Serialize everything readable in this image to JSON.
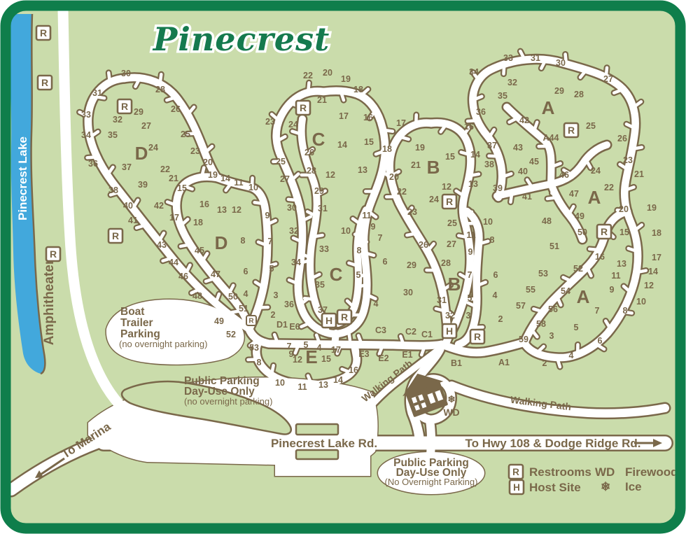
{
  "title": "Pinecrest",
  "colors": {
    "border_green": "#0f7e4b",
    "background_green": "#cadcab",
    "road_brown": "#7a684a",
    "lake_blue": "#42a8dc",
    "title_green": "#157a4e",
    "road_white": "#ffffff"
  },
  "lake": {
    "label": "Pinecrest Lake"
  },
  "amphitheater": {
    "label": "Amphitheater"
  },
  "parking": {
    "boat": {
      "line1": "Boat",
      "line2": "Trailer",
      "line3": "Parking",
      "note": "(no overnight parking)"
    },
    "west": {
      "line1": "Public Parking",
      "line2": "Day-Use Only",
      "note": "(no overnight parking)"
    },
    "south": {
      "line1": "Public Parking",
      "line2": "Day-Use Only",
      "note": "(No Overnight Parking)"
    }
  },
  "roads": {
    "pinecrest_lake_rd": "Pinecrest Lake Rd.",
    "to_hwy": "To Hwy 108 & Dodge Ridge Rd.",
    "to_marina": "To Marina",
    "walking_path_south": "Walking Path",
    "walking_path_east": "Walking Path"
  },
  "facilities": {
    "firewood_abbr": "WD",
    "ice_symbol": "❄"
  },
  "legend": {
    "restrooms": {
      "symbol": "R",
      "label": "Restrooms"
    },
    "host": {
      "symbol": "H",
      "label": "Host Site"
    },
    "firewood": {
      "symbol": "WD",
      "label": "Firewood"
    },
    "ice": {
      "symbol": "❄",
      "label": "Ice"
    }
  },
  "loop_letters": [
    [
      "D",
      202,
      219
    ],
    [
      "D",
      316,
      347
    ],
    [
      "C",
      455,
      199
    ],
    [
      "C",
      480,
      392
    ],
    [
      "B",
      619,
      239
    ],
    [
      "B",
      649,
      406
    ],
    [
      "E",
      445,
      510
    ],
    [
      "A",
      783,
      154
    ],
    [
      "A",
      849,
      282
    ],
    [
      "A",
      833,
      424
    ]
  ],
  "junction_labels": [
    [
      "D1",
      403,
      464
    ],
    [
      "E6",
      421,
      467
    ],
    [
      "C3",
      544,
      472
    ],
    [
      "C2",
      587,
      474
    ],
    [
      "C1",
      610,
      478
    ],
    [
      "E3",
      520,
      506
    ],
    [
      "E2",
      548,
      512
    ],
    [
      "E1",
      582,
      507
    ],
    [
      "B1",
      652,
      519
    ],
    [
      "A1",
      720,
      518
    ],
    [
      "A44",
      787,
      197
    ]
  ],
  "sites": {
    "D": [
      [
        "30",
        180,
        105
      ],
      [
        "31",
        139,
        133
      ],
      [
        "28",
        229,
        128
      ],
      [
        "29",
        198,
        160
      ],
      [
        "26",
        251,
        156
      ],
      [
        "33",
        123,
        164
      ],
      [
        "32",
        168,
        171
      ],
      [
        "27",
        209,
        180
      ],
      [
        "34",
        123,
        193
      ],
      [
        "35",
        161,
        193
      ],
      [
        "25",
        265,
        192
      ],
      [
        "24",
        219,
        211
      ],
      [
        "23",
        279,
        216
      ],
      [
        "36",
        133,
        234
      ],
      [
        "37",
        181,
        239
      ],
      [
        "22",
        236,
        242
      ],
      [
        "20",
        297,
        232
      ],
      [
        "19",
        304,
        250
      ],
      [
        "21",
        248,
        255
      ],
      [
        "14",
        322,
        255
      ],
      [
        "11",
        341,
        261
      ],
      [
        "10",
        362,
        268
      ],
      [
        "15",
        260,
        269
      ],
      [
        "39",
        204,
        264
      ],
      [
        "38",
        162,
        272
      ],
      [
        "16",
        292,
        292
      ],
      [
        "13",
        317,
        300
      ],
      [
        "12",
        338,
        300
      ],
      [
        "9",
        382,
        308
      ],
      [
        "40",
        183,
        294
      ],
      [
        "42",
        227,
        294
      ],
      [
        "41",
        190,
        315
      ],
      [
        "17",
        249,
        311
      ],
      [
        "18",
        283,
        318
      ],
      [
        "43",
        231,
        350
      ],
      [
        "8",
        347,
        344
      ],
      [
        "7",
        386,
        345
      ],
      [
        "45",
        285,
        358
      ],
      [
        "44",
        248,
        375
      ],
      [
        "46",
        262,
        395
      ],
      [
        "47",
        308,
        392
      ],
      [
        "6",
        351,
        388
      ],
      [
        "5",
        388,
        384
      ],
      [
        "48",
        282,
        423
      ],
      [
        "50",
        333,
        424
      ],
      [
        "4",
        351,
        420
      ],
      [
        "3",
        394,
        422
      ],
      [
        "51",
        348,
        441
      ],
      [
        "49",
        313,
        459
      ],
      [
        "2",
        390,
        450
      ],
      [
        "52",
        330,
        478
      ],
      [
        "53",
        363,
        497
      ]
    ],
    "C": [
      [
        "22",
        440,
        108
      ],
      [
        "20",
        468,
        104
      ],
      [
        "19",
        494,
        113
      ],
      [
        "18",
        512,
        128
      ],
      [
        "21",
        460,
        143
      ],
      [
        "17",
        491,
        166
      ],
      [
        "16",
        526,
        168
      ],
      [
        "23",
        386,
        174
      ],
      [
        "24",
        419,
        178
      ],
      [
        "14",
        489,
        207
      ],
      [
        "15",
        527,
        203
      ],
      [
        "26",
        442,
        218
      ],
      [
        "25",
        401,
        231
      ],
      [
        "28",
        445,
        244
      ],
      [
        "27",
        407,
        256
      ],
      [
        "12",
        472,
        250
      ],
      [
        "13",
        518,
        243
      ],
      [
        "29",
        456,
        273
      ],
      [
        "30",
        417,
        297
      ],
      [
        "31",
        461,
        298
      ],
      [
        "11",
        524,
        308
      ],
      [
        "32",
        420,
        330
      ],
      [
        "10",
        494,
        330
      ],
      [
        "9",
        533,
        324
      ],
      [
        "7",
        543,
        340
      ],
      [
        "33",
        463,
        356
      ],
      [
        "8",
        513,
        358
      ],
      [
        "34",
        423,
        375
      ],
      [
        "6",
        550,
        374
      ],
      [
        "5",
        512,
        393
      ],
      [
        "35",
        457,
        407
      ],
      [
        "4",
        537,
        434
      ],
      [
        "36",
        413,
        435
      ],
      [
        "37",
        461,
        443
      ]
    ],
    "B": [
      [
        "17",
        573,
        176
      ],
      [
        "16",
        670,
        181
      ],
      [
        "18",
        553,
        213
      ],
      [
        "19",
        600,
        211
      ],
      [
        "15",
        643,
        224
      ],
      [
        "14",
        679,
        221
      ],
      [
        "21",
        594,
        236
      ],
      [
        "20",
        563,
        253
      ],
      [
        "12",
        638,
        267
      ],
      [
        "13",
        676,
        263
      ],
      [
        "22",
        574,
        274
      ],
      [
        "24",
        620,
        285
      ],
      [
        "23",
        589,
        303
      ],
      [
        "25",
        646,
        319
      ],
      [
        "10",
        697,
        317
      ],
      [
        "11",
        673,
        336
      ],
      [
        "8",
        703,
        343
      ],
      [
        "9",
        672,
        360
      ],
      [
        "26",
        605,
        350
      ],
      [
        "27",
        645,
        349
      ],
      [
        "7",
        671,
        393
      ],
      [
        "6",
        708,
        393
      ],
      [
        "29",
        588,
        379
      ],
      [
        "28",
        637,
        376
      ],
      [
        "5",
        671,
        426
      ],
      [
        "4",
        707,
        422
      ],
      [
        "30",
        583,
        418
      ],
      [
        "3",
        669,
        451
      ],
      [
        "2",
        715,
        456
      ],
      [
        "31",
        631,
        429
      ],
      [
        "32",
        643,
        451
      ]
    ],
    "E": [
      [
        "7",
        413,
        495
      ],
      [
        "5",
        437,
        493
      ],
      [
        "4",
        456,
        497
      ],
      [
        "17",
        480,
        500
      ],
      [
        "9",
        416,
        506
      ],
      [
        "12",
        425,
        514
      ],
      [
        "15",
        466,
        513
      ],
      [
        "16",
        505,
        529
      ],
      [
        "8",
        370,
        518
      ],
      [
        "10",
        400,
        547
      ],
      [
        "11",
        432,
        553
      ],
      [
        "13",
        462,
        550
      ],
      [
        "14",
        483,
        543
      ]
    ],
    "A": [
      [
        "33",
        726,
        83
      ],
      [
        "31",
        765,
        83
      ],
      [
        "30",
        801,
        90
      ],
      [
        "34",
        677,
        103
      ],
      [
        "32",
        732,
        118
      ],
      [
        "27",
        869,
        113
      ],
      [
        "29",
        799,
        130
      ],
      [
        "28",
        827,
        135
      ],
      [
        "35",
        718,
        137
      ],
      [
        "36",
        687,
        160
      ],
      [
        "42",
        749,
        172
      ],
      [
        "25",
        844,
        180
      ],
      [
        "26",
        889,
        198
      ],
      [
        "37",
        703,
        208
      ],
      [
        "43",
        740,
        211
      ],
      [
        "45",
        763,
        231
      ],
      [
        "38",
        699,
        235
      ],
      [
        "23",
        897,
        229
      ],
      [
        "40",
        747,
        245
      ],
      [
        "24",
        851,
        244
      ],
      [
        "21",
        913,
        249
      ],
      [
        "46",
        806,
        250
      ],
      [
        "39",
        711,
        269
      ],
      [
        "22",
        870,
        268
      ],
      [
        "41",
        753,
        281
      ],
      [
        "47",
        820,
        277
      ],
      [
        "20",
        891,
        299
      ],
      [
        "19",
        931,
        297
      ],
      [
        "48",
        781,
        316
      ],
      [
        "49",
        828,
        309
      ],
      [
        "50",
        832,
        332
      ],
      [
        "15",
        892,
        332
      ],
      [
        "18",
        938,
        333
      ],
      [
        "51",
        792,
        352
      ],
      [
        "16",
        857,
        367
      ],
      [
        "17",
        938,
        368
      ],
      [
        "13",
        888,
        377
      ],
      [
        "53",
        776,
        391
      ],
      [
        "52",
        826,
        384
      ],
      [
        "14",
        933,
        388
      ],
      [
        "11",
        880,
        394
      ],
      [
        "55",
        758,
        414
      ],
      [
        "54",
        808,
        416
      ],
      [
        "12",
        927,
        408
      ],
      [
        "9",
        874,
        414
      ],
      [
        "57",
        744,
        437
      ],
      [
        "56",
        790,
        442
      ],
      [
        "10",
        916,
        431
      ],
      [
        "7",
        853,
        444
      ],
      [
        "8",
        893,
        444
      ],
      [
        "58",
        773,
        463
      ],
      [
        "5",
        823,
        468
      ],
      [
        "59",
        748,
        485
      ],
      [
        "3",
        788,
        480
      ],
      [
        "6",
        857,
        487
      ],
      [
        "4",
        816,
        508
      ],
      [
        "2",
        778,
        519
      ]
    ]
  },
  "markers": {
    "R": [
      [
        62,
        47
      ],
      [
        64,
        118
      ],
      [
        76,
        363
      ],
      [
        165,
        337
      ],
      [
        178,
        152
      ],
      [
        433,
        154
      ],
      [
        642,
        288
      ],
      [
        816,
        186
      ],
      [
        863,
        331
      ],
      [
        492,
        453
      ],
      [
        682,
        481
      ]
    ],
    "R_small": [
      [
        359,
        458
      ]
    ],
    "H": [
      [
        470,
        458
      ],
      [
        642,
        473
      ]
    ]
  }
}
